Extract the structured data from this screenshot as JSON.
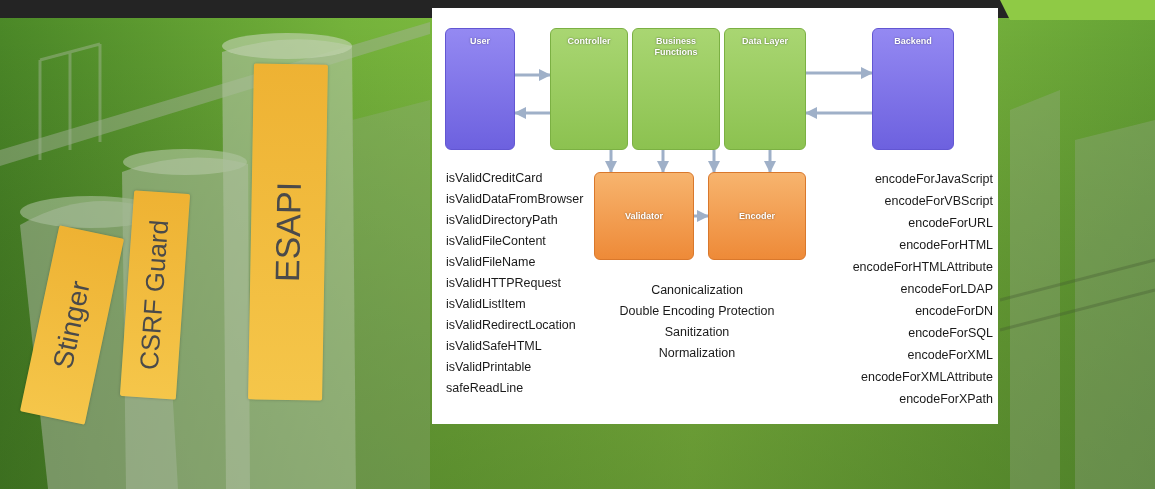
{
  "diagram": {
    "nodes": [
      {
        "text": [
          "Stinger"
        ]
      },
      {
        "text": [
          "CSRF Guard"
        ]
      },
      {
        "text": [
          "ESAPI"
        ]
      },
      {
        "text": [
          "User"
        ]
      },
      {
        "text": [
          "Controller"
        ]
      },
      {
        "text": [
          "Business Functions"
        ]
      },
      {
        "text": [
          "Data Layer"
        ]
      },
      {
        "text": [
          "Backend"
        ]
      },
      {
        "text": [
          "Validator"
        ]
      },
      {
        "text": [
          "Encoder"
        ]
      }
    ],
    "edges": [
      {
        "from": 3,
        "to": 4,
        "arrow": "to"
      },
      {
        "from": 4,
        "to": 3,
        "arrow": "to"
      },
      {
        "from": 6,
        "to": 7,
        "arrow": "to"
      },
      {
        "from": 7,
        "to": 6,
        "arrow": "to"
      },
      {
        "from": 4,
        "to": 8,
        "arrow": "to"
      },
      {
        "from": 5,
        "to": 8,
        "arrow": "to"
      },
      {
        "from": 5,
        "to": 9,
        "arrow": "to"
      },
      {
        "from": 6,
        "to": 9,
        "arrow": "to"
      },
      {
        "from": 8,
        "to": 9,
        "arrow": "to"
      }
    ],
    "labels": [
      "isValidCreditCard",
      "isValidDataFromBrowser",
      "isValidDirectoryPath",
      "isValidFileContent",
      "isValidFileName",
      "isValidHTTPRequest",
      "isValidListItem",
      "isValidRedirectLocation",
      "isValidSafeHTML",
      "isValidPrintable",
      "safeReadLine",
      "Canonicalization",
      "Double Encoding Protection",
      "Sanitization",
      "Normalization",
      "encodeForJavaScript",
      "encodeForVBScript",
      "encodeForURL",
      "encodeForHTML",
      "encodeForHTMLAttribute",
      "encodeForLDAP",
      "encodeForDN",
      "encodeForSQL",
      "encodeForXML",
      "encodeForXMLAttribute",
      "encodeForXPath"
    ]
  }
}
